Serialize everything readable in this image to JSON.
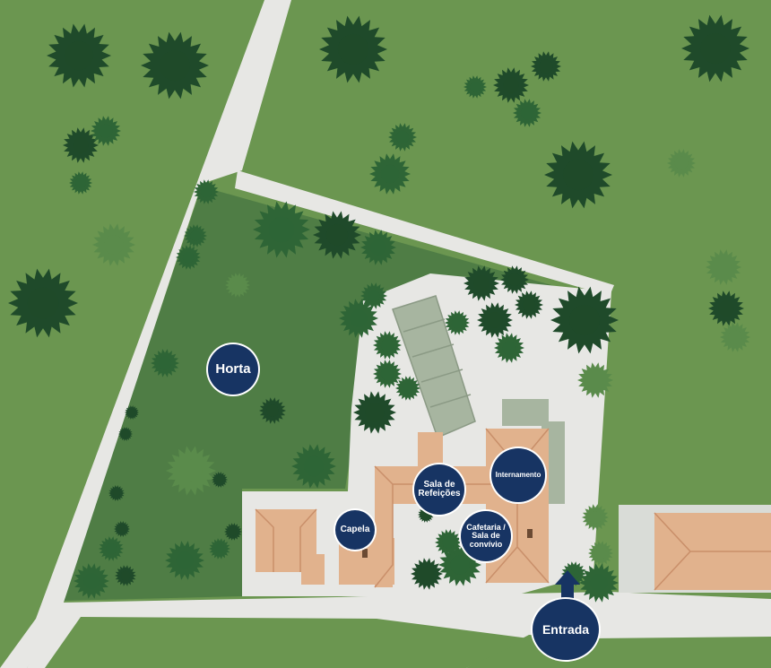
{
  "map": {
    "colors": {
      "grass": "#6b9650",
      "garden": "#4f7d45",
      "path": "#e7e7e4",
      "roof": "#e1b28d",
      "roof_dark": "#c98f6a",
      "marker": "#173463",
      "tree_dark": "#1f4a2a",
      "tree_mid": "#2e6536",
      "tree_light": "#5a8b4b"
    },
    "markers": {
      "horta": "Horta",
      "refeicoes": "Sala de\nRefeições",
      "internamento": "Internamento",
      "capela": "Capela",
      "cafetaria": "Cafetaria /\nSala de\nconvívio",
      "entrada": "Entrada"
    }
  }
}
